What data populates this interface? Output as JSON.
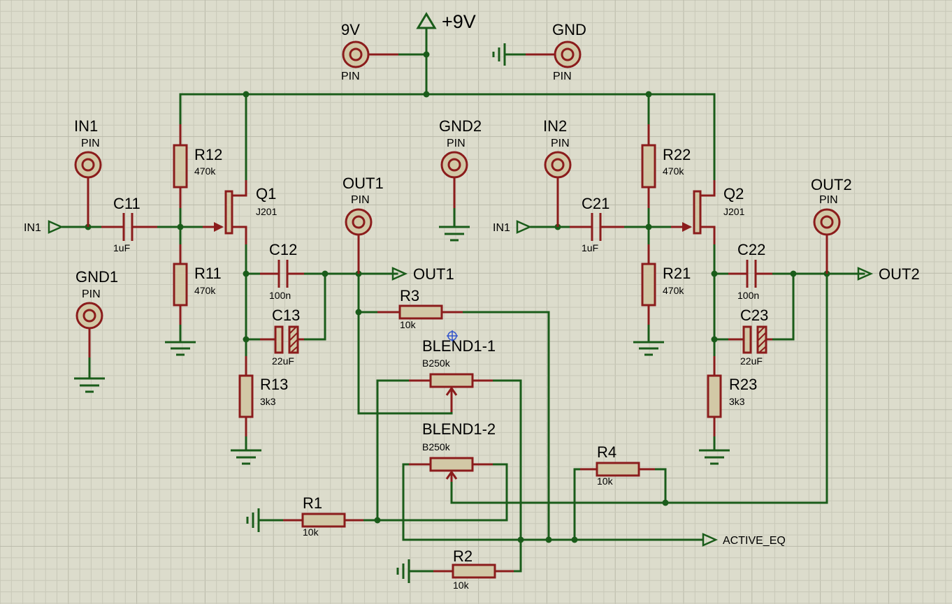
{
  "supply": {
    "label": "+9V"
  },
  "pins": {
    "p9v": {
      "ref": "9V",
      "type": "PIN"
    },
    "gnd": {
      "ref": "GND",
      "type": "PIN"
    },
    "in1": {
      "ref": "IN1",
      "type": "PIN"
    },
    "gnd1": {
      "ref": "GND1",
      "type": "PIN"
    },
    "gnd2": {
      "ref": "GND2",
      "type": "PIN"
    },
    "in2": {
      "ref": "IN2",
      "type": "PIN"
    },
    "out1": {
      "ref": "OUT1",
      "type": "PIN"
    },
    "out2": {
      "ref": "OUT2",
      "type": "PIN"
    }
  },
  "resistors": {
    "r12": {
      "ref": "R12",
      "value": "470k"
    },
    "r11": {
      "ref": "R11",
      "value": "470k"
    },
    "r13": {
      "ref": "R13",
      "value": "3k3"
    },
    "r22": {
      "ref": "R22",
      "value": "470k"
    },
    "r21": {
      "ref": "R21",
      "value": "470k"
    },
    "r23": {
      "ref": "R23",
      "value": "3k3"
    },
    "r3": {
      "ref": "R3",
      "value": "10k"
    },
    "r4": {
      "ref": "R4",
      "value": "10k"
    },
    "r1": {
      "ref": "R1",
      "value": "10k"
    },
    "r2": {
      "ref": "R2",
      "value": "10k"
    }
  },
  "capacitors": {
    "c11": {
      "ref": "C11",
      "value": "1uF"
    },
    "c12": {
      "ref": "C12",
      "value": "100n"
    },
    "c13": {
      "ref": "C13",
      "value": "22uF"
    },
    "c21": {
      "ref": "C21",
      "value": "1uF"
    },
    "c22": {
      "ref": "C22",
      "value": "100n"
    },
    "c23": {
      "ref": "C23",
      "value": "22uF"
    }
  },
  "transistors": {
    "q1": {
      "ref": "Q1",
      "value": "J201"
    },
    "q2": {
      "ref": "Q2",
      "value": "J201"
    }
  },
  "pots": {
    "blend1": {
      "ref": "BLEND1-1",
      "value": "B250k"
    },
    "blend2": {
      "ref": "BLEND1-2",
      "value": "B250k"
    }
  },
  "terminals": {
    "in1_left": "IN1",
    "in1_right": "IN1",
    "out1": "OUT1",
    "out2": "OUT2",
    "active_eq": "ACTIVE_EQ"
  },
  "colors": {
    "wire": "#1a5c1a",
    "component": "#8b1c1c",
    "body_fill": "#d2c8a6",
    "background": "#dcdccc"
  }
}
